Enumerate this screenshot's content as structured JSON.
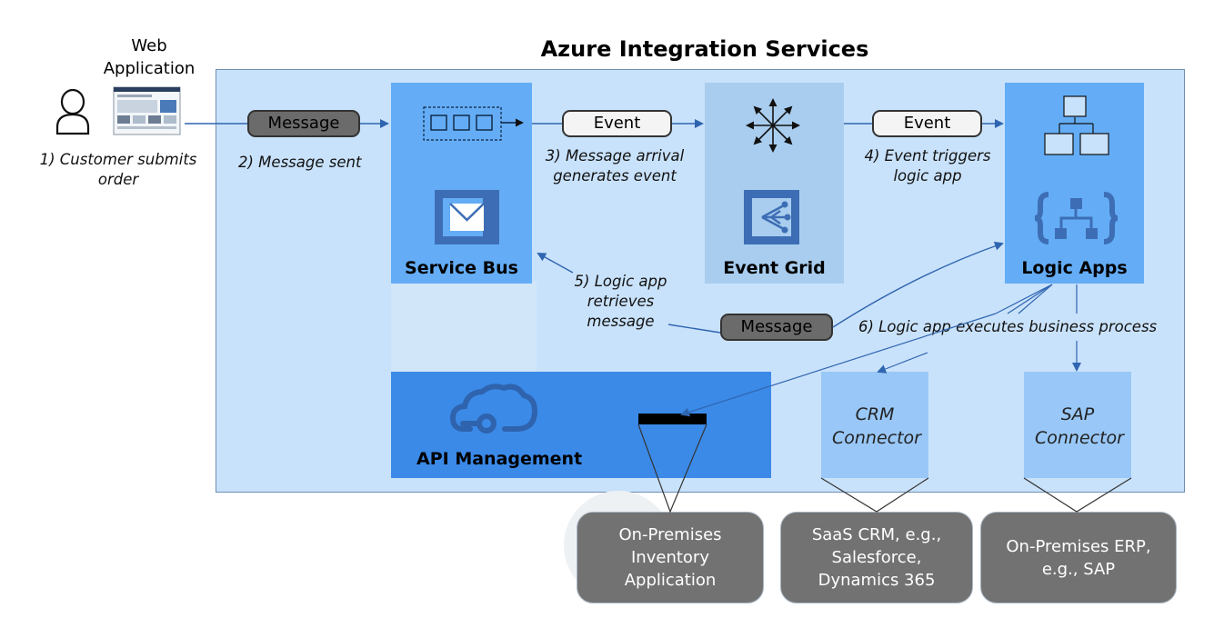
{
  "title": "Azure Integration Services",
  "web_application": {
    "label": "Web Application"
  },
  "steps": {
    "s1": "1) Customer submits order",
    "s2": "2) Message sent",
    "s3": "3) Message arrival generates event",
    "s4": "4) Event triggers logic app",
    "s5": "5) Logic app retrieves message",
    "s6": "6) Logic app executes business process"
  },
  "pills": {
    "message_1": "Message",
    "event_1": "Event",
    "event_2": "Event",
    "message_2": "Message"
  },
  "services": {
    "service_bus": "Service Bus",
    "event_grid": "Event Grid",
    "logic_apps": "Logic Apps",
    "api_management": "API Management"
  },
  "connectors": {
    "crm": "CRM Connector",
    "sap": "SAP Connector"
  },
  "endpoints": {
    "inventory": "On-Premises Inventory Application",
    "saas_crm": "SaaS CRM, e.g., Salesforce, Dynamics 365",
    "erp": "On-Premises ERP, e.g., SAP"
  },
  "colors": {
    "main_bg": "#c9e2fb",
    "service": "#64adf6",
    "event_grid_bg": "#a9cdee",
    "api_management": "#3b8ae8",
    "connector": "#99c8f8",
    "icon": "#3d6eb5",
    "arrow": "#2f65b0",
    "on_premises": "#727272"
  }
}
